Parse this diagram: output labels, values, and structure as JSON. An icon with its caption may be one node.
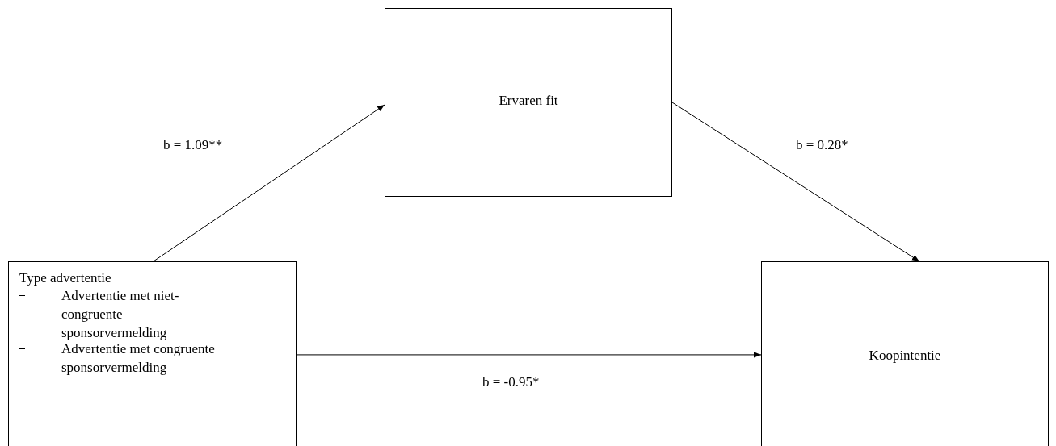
{
  "diagram": {
    "nodes": [
      {
        "text": [
          "Type advertentie",
          "Advertentie met niet-congruente sponsorvermelding",
          "Advertentie met congruente sponsorvermelding"
        ]
      },
      {
        "text": [
          "Ervaren fit"
        ]
      },
      {
        "text": [
          "Koopintentie"
        ]
      }
    ],
    "edges": [
      {
        "from": 0,
        "to": 1,
        "arrow": "to",
        "label": "b = 1.09**"
      },
      {
        "from": 1,
        "to": 2,
        "arrow": "to",
        "label": "b = 0.28*"
      },
      {
        "from": 0,
        "to": 2,
        "arrow": "to",
        "label": "b = -0.95*"
      }
    ]
  }
}
